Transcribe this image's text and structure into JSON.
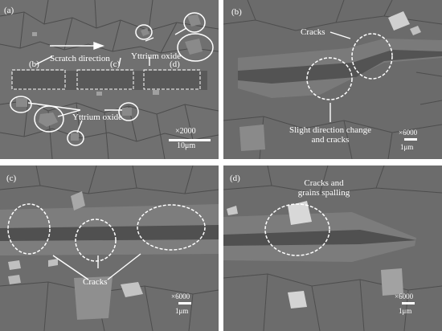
{
  "figure": {
    "panels": [
      {
        "id": "a",
        "panel_label": "(a)",
        "annotations": {
          "yttrium_oxide_top": "Yttrium oxide",
          "scratch_direction": "Scratch direction",
          "yttrium_oxide_bottom": "Yttrium oxide",
          "box_b": "(b)",
          "box_c": "(c)",
          "box_d": "(d)"
        },
        "magnification": "×2000",
        "scale_bar": "10μm"
      },
      {
        "id": "b",
        "panel_label": "(b)",
        "annotations": {
          "cracks": "Cracks",
          "slight_change_line1": "Slight direction change",
          "slight_change_line2": "and cracks"
        },
        "magnification": "×6000",
        "scale_bar": "1μm"
      },
      {
        "id": "c",
        "panel_label": "(c)",
        "annotations": {
          "cracks": "Cracks"
        },
        "magnification": "×6000",
        "scale_bar": "1μm"
      },
      {
        "id": "d",
        "panel_label": "(d)",
        "annotations": {
          "cracks_line1": "Cracks and",
          "cracks_line2": "grains spalling"
        },
        "magnification": "×6000",
        "scale_bar": "1μm"
      }
    ]
  },
  "colors": {
    "annotation": "#ffffff",
    "sem_background": "#6f6f6f",
    "grain_boundary": "#4a4a4a"
  }
}
